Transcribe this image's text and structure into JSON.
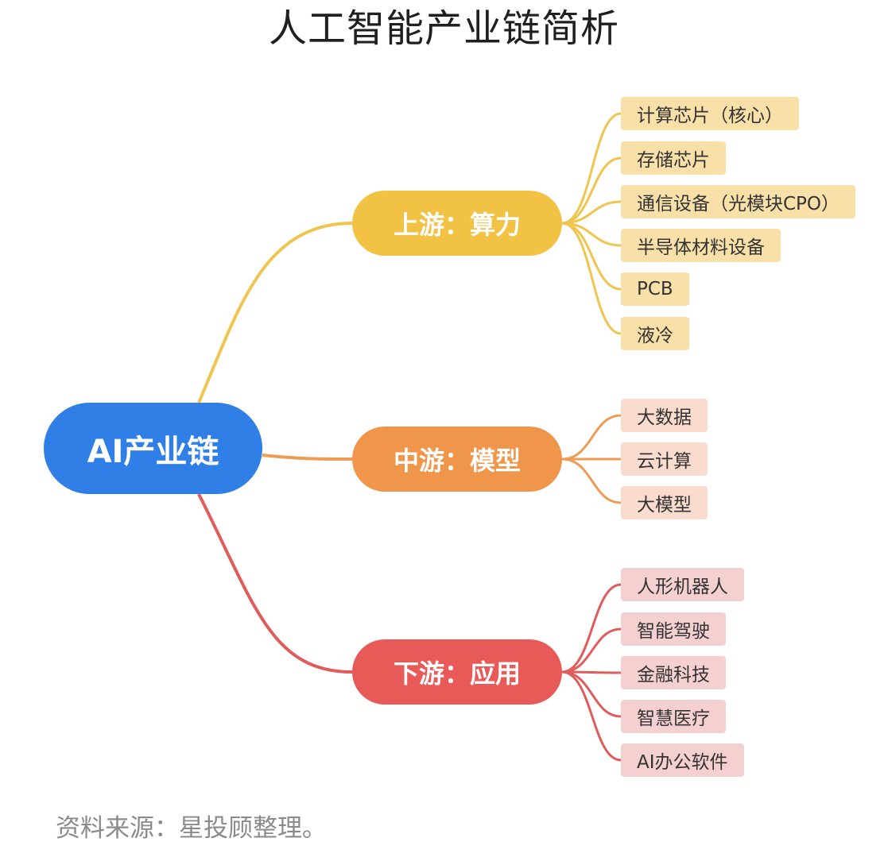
{
  "title": "人工智能产业链简析",
  "root": {
    "label": "AI产业链",
    "color": "#2f7fe6"
  },
  "branches": [
    {
      "label": "上游：算力",
      "color": "#f2c245",
      "line_color": "#efc54f",
      "leaves": [
        "计算芯片（核心）",
        "存储芯片",
        "通信设备（光模块CPO）",
        "半导体材料设备",
        "PCB",
        "液冷"
      ]
    },
    {
      "label": "中游：模型",
      "color": "#f0964a",
      "line_color": "#ee9b53",
      "leaves": [
        "大数据",
        "云计算",
        "大模型"
      ]
    },
    {
      "label": "下游：应用",
      "color": "#e85a57",
      "line_color": "#e05c5c",
      "leaves": [
        "人形机器人",
        "智能驾驶",
        "金融科技",
        "智慧医疗",
        "AI办公软件"
      ]
    }
  ],
  "source": "资料来源：星投顾整理。"
}
